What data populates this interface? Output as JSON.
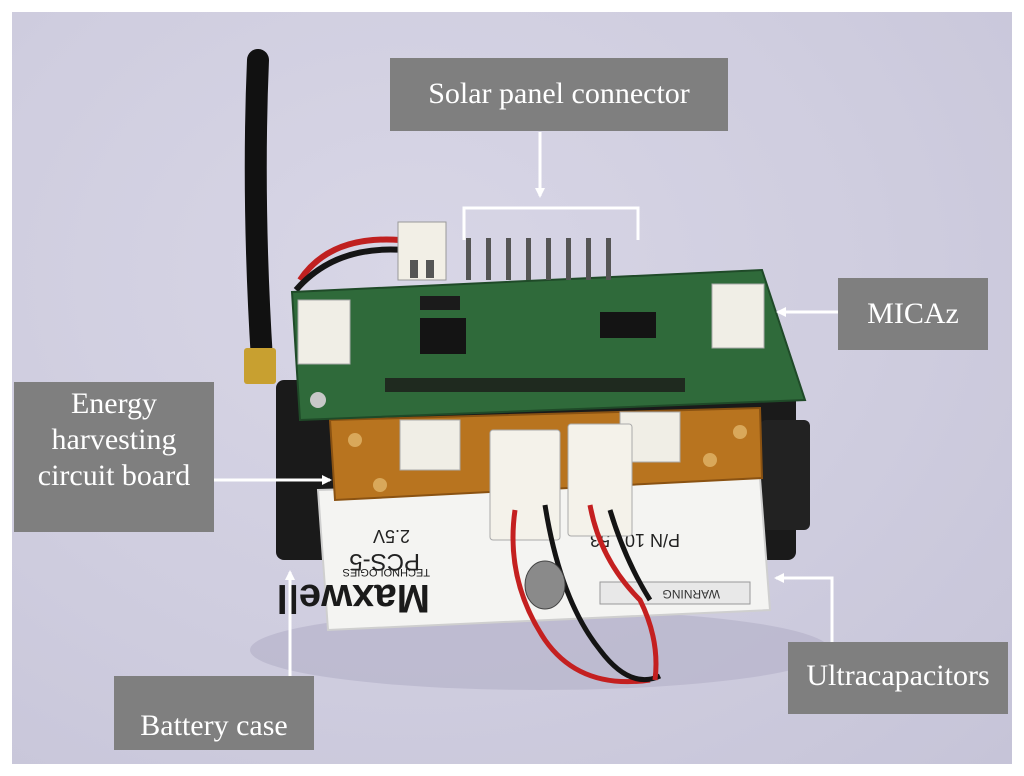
{
  "labels": {
    "solar": "Solar panel connector",
    "micaz": "MICAz",
    "energy_line1": "Energy",
    "energy_line2": "harvesting",
    "energy_line3": "circuit board",
    "ultra": "Ultracapacitors",
    "battery": "Battery case"
  },
  "photo_text": {
    "brand": "Maxwell",
    "brand_sub": "TECHNOLOGIES",
    "model": "PCS-5",
    "rating": "2.5V",
    "part_number": "P/N 10...53",
    "warning": "WARNING"
  },
  "colors": {
    "background": "#cfcddf",
    "label_box": "#7f7f7f",
    "label_text": "#ffffff",
    "pcb_green": "#2f6a3a",
    "pcb_orange": "#b8741f"
  }
}
